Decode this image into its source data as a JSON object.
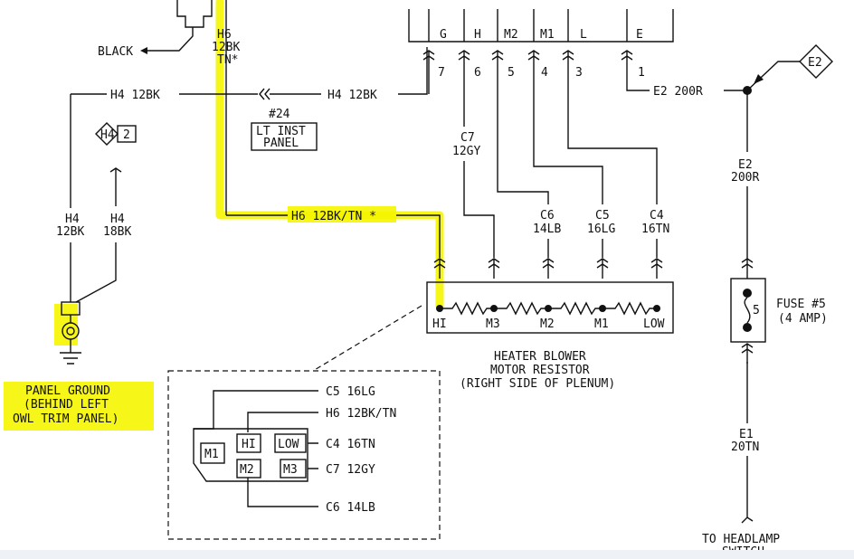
{
  "top_connector": {
    "pins": [
      "G",
      "H",
      "M2",
      "M1",
      "L",
      "E"
    ],
    "cavities": [
      "7",
      "6",
      "5",
      "4",
      "3",
      "1"
    ]
  },
  "labels": {
    "black": "BLACK",
    "h6_top": [
      "H6",
      "12BK",
      "TN*"
    ],
    "h4_left": "H4 12BK",
    "h4_right": "H4 12BK",
    "conn24_num": "#24",
    "conn24_name": [
      "LT INST",
      "PANEL"
    ],
    "h4_splice": "H4",
    "h4_splice_num": "2",
    "h4_12bk": [
      "H4",
      "12BK"
    ],
    "h4_18bk": [
      "H4",
      "18BK"
    ],
    "e2_200r_top": "E2 200R",
    "e2_diamond": "E2",
    "e2_200r_vert": [
      "E2",
      "200R"
    ],
    "c7": [
      "C7",
      "12GY"
    ],
    "c6": [
      "C6",
      "14LB"
    ],
    "c5": [
      "C5",
      "16LG"
    ],
    "c4": [
      "C4",
      "16TN"
    ],
    "h6_main": "H6 12BK/TN *",
    "resistor_terms": [
      "HI",
      "M3",
      "M2",
      "M1",
      "LOW"
    ],
    "resistor_title": [
      "HEATER BLOWER",
      "MOTOR RESISTOR",
      "(RIGHT SIDE OF PLENUM)"
    ],
    "fuse_num": "5",
    "fuse": [
      "FUSE #5",
      "(4 AMP)"
    ],
    "e1": [
      "E1",
      "20TN"
    ],
    "to_headlamp": [
      "TO HEADLAMP",
      "SWITCH"
    ],
    "panel_ground": [
      "PANEL GROUND",
      "(BEHIND LEFT",
      "OWL TRIM PANEL)"
    ],
    "inset_wires": [
      "C5 16LG",
      "H6 12BK/TN",
      "C4 16TN",
      "C7 12GY",
      "C6 14LB"
    ],
    "inset_pins": [
      "M1",
      "HI",
      "LOW",
      "M2",
      "M3"
    ]
  },
  "colors": {
    "highlight": "#f5f500",
    "ink": "#111111"
  }
}
